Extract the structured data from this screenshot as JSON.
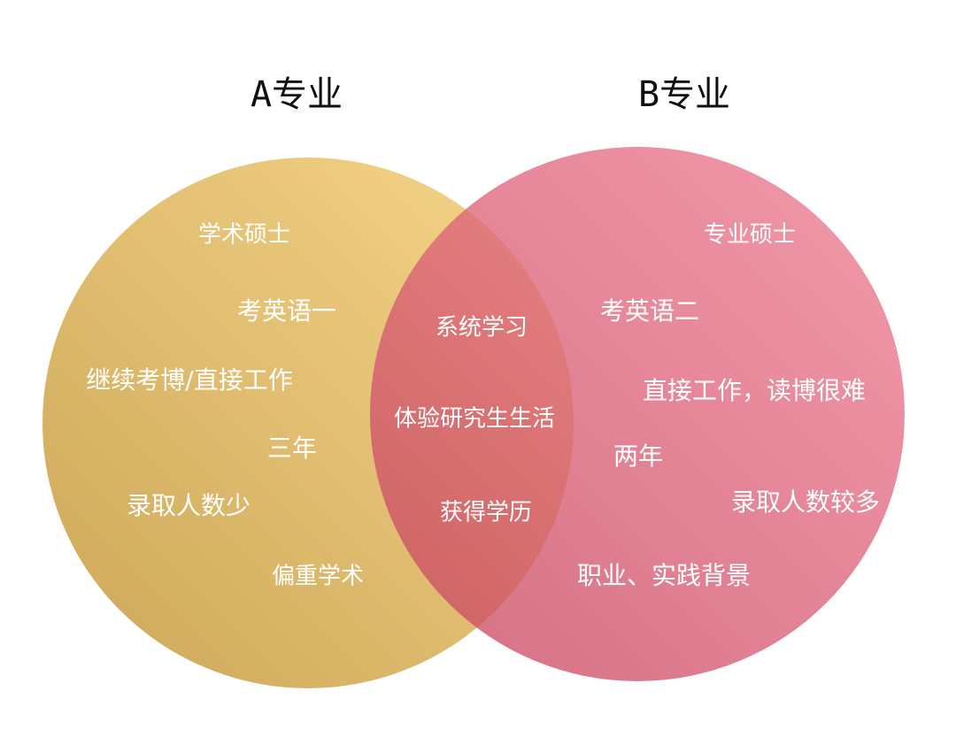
{
  "titles": {
    "a": "A专业",
    "b": "B专业"
  },
  "colors": {
    "a_light": "#f6d68a",
    "a_dark": "#cca658",
    "b_light": "#f07e93",
    "b_dark": "#c7465f"
  },
  "set_a": [
    "学术硕士",
    "考英语一",
    "继续考博/直接工作",
    "三年",
    "录取人数少",
    "偏重学术"
  ],
  "overlap": [
    "系统学习",
    "体验研究生生活",
    "获得学历"
  ],
  "set_b": [
    "专业硕士",
    "考英语二",
    "直接工作，读博很难",
    "两年",
    "录取人数较多",
    "职业、实践背景"
  ]
}
